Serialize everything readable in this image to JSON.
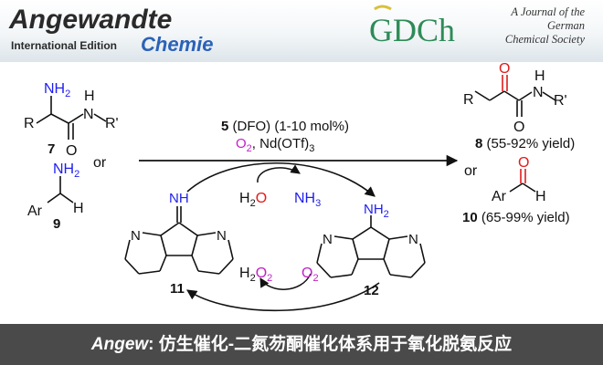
{
  "header": {
    "journal_title": "Angewandte",
    "edition": "International Edition",
    "journal_subtitle": "Chemie",
    "society_logo": "GDCh",
    "society_tagline": [
      "A Journal of the",
      "German",
      "Chemical Society"
    ]
  },
  "scheme": {
    "conditions": {
      "catalyst_prefix": "5",
      "catalyst_text": " (DFO) (1-10 mol%)",
      "oxidant": "O",
      "oxidant_sub": "2",
      "additive": ", Nd(OTf)",
      "additive_sub": "3"
    },
    "reactant_7": {
      "amine": "NH",
      "amine_sub": "2",
      "r": "R",
      "nh": "N",
      "h": "H",
      "r_prime": "R'",
      "o": "O",
      "number": "7"
    },
    "or_1": "or",
    "reactant_9": {
      "amine": "NH",
      "amine_sub": "2",
      "ar": "Ar",
      "h": "H",
      "number": "9"
    },
    "product_8": {
      "r": "R",
      "o1": "O",
      "o2": "O",
      "n": "N",
      "h": "H",
      "r_prime": "R'",
      "number": "8",
      "yield": " (55-92% yield)"
    },
    "or_2": "or",
    "product_10": {
      "o": "O",
      "ar": "Ar",
      "h": "H",
      "number": "10",
      "yield": " (65-99% yield)"
    },
    "cycle": {
      "water": "H",
      "water_sub": "2",
      "water_o": "O",
      "ammonia": "NH",
      "ammonia_sub": "3",
      "peroxide_h": "H",
      "peroxide_sub1": "2",
      "peroxide_o": "O",
      "peroxide_sub2": "2",
      "oxygen": "O",
      "oxygen_sub": "2",
      "imine_label": "NH",
      "amine_label": "NH",
      "amine_label_sub": "2",
      "ring_n": "N",
      "compound_11": "11",
      "compound_12": "12"
    }
  },
  "banner": {
    "journal_abbrev": "Angew",
    "caption": ": 仿生催化-二氮芴酮催化体系用于氧化脱氨反应"
  },
  "colors": {
    "blue": "#1e1ef0",
    "red": "#e01b1b",
    "magenta": "#c21fc8",
    "black": "#111111",
    "banner_bg": "#4a4a4a",
    "gdch_green": "#2e8b57",
    "angewandte_blue": "#2b62b8"
  }
}
